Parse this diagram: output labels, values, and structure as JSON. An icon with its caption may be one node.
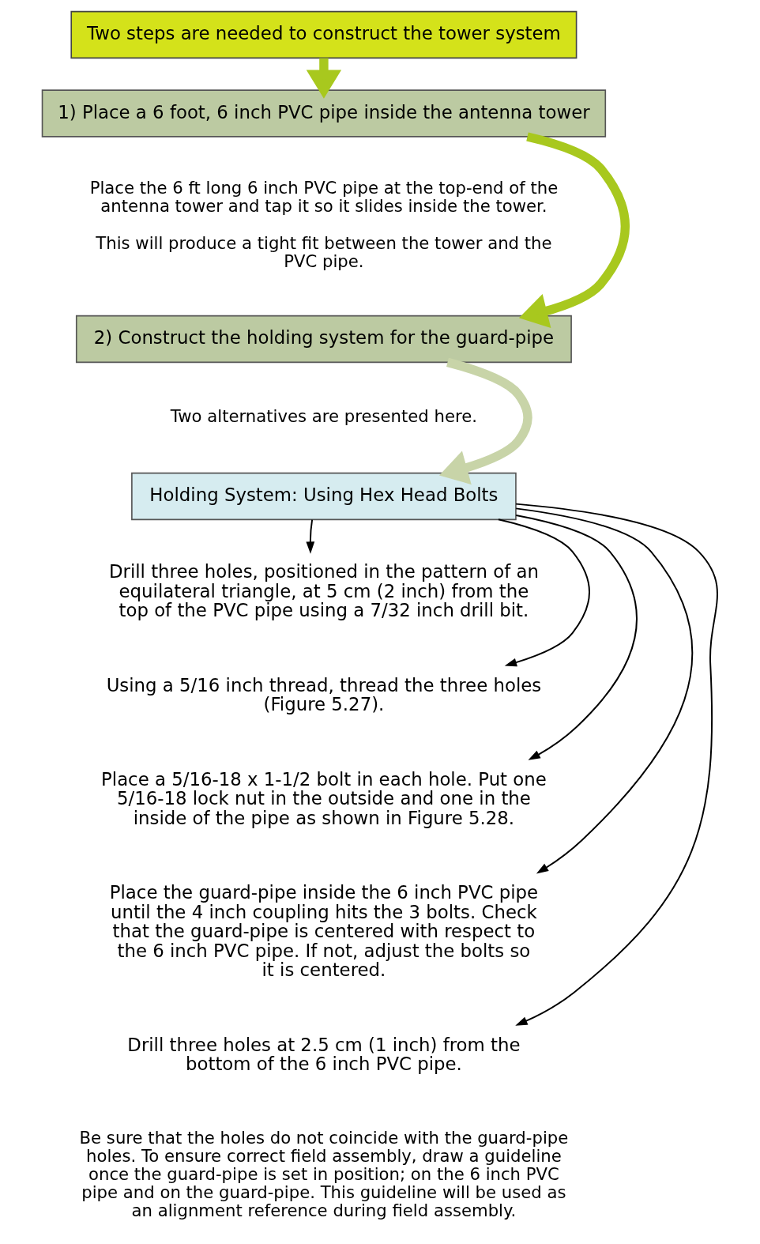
{
  "diagram": {
    "nodes": [
      {
        "text": [
          "Two steps are needed to construct the tower system"
        ]
      },
      {
        "text": [
          "1) Place a 6 foot, 6 inch PVC pipe inside the antenna tower"
        ],
        "beside": [
          "Place the 6 ft long 6 inch PVC pipe at the top-end of the antenna tower and tap it so it slides inside the tower.",
          "This will produce a tight fit between the tower and the PVC pipe."
        ]
      },
      {
        "text": [
          "2) Construct the holding system for the guard-pipe"
        ],
        "beside": [
          "Two alternatives are presented here."
        ]
      },
      {
        "text": [
          "Holding System: Using Hex Head Bolts"
        ]
      },
      {
        "text": [
          "Drill three holes, positioned in the pattern of an equilateral triangle, at 5 cm (2 inch) from the top of the PVC pipe using a 7/32 inch drill bit."
        ]
      },
      {
        "text": [
          "Using a 5/16 inch thread, thread the three holes (Figure 5.27)."
        ]
      },
      {
        "text": [
          "Place a 5/16-18 x 1-1/2 bolt in each hole. Put one 5/16-18 lock nut in the outside and one in the inside of the pipe as shown in Figure 5.28."
        ]
      },
      {
        "text": [
          "Place the guard-pipe inside the 6 inch PVC pipe until the 4 inch coupling hits the 3 bolts. Check that the guard-pipe is centered with respect to the 6 inch PVC pipe. If not, adjust the bolts so it is centered."
        ]
      },
      {
        "text": [
          "Drill three holes at 2.5 cm (1 inch) from the bottom of the 6 inch PVC pipe."
        ],
        "beside": [
          "Be sure that the holes do not coincide with the guard-pipe holes. To ensure correct field assembly, draw a guideline once the guard-pipe is set in position; on the 6 inch PVC pipe and on the guard-pipe. This guideline will be used as an alignment reference during field assembly."
        ]
      }
    ],
    "edges": [
      {
        "from": 0,
        "to": 1,
        "arrow": "to",
        "style": "thick",
        "color": "#a8c81e"
      },
      {
        "from": 1,
        "to": 2,
        "arrow": "to",
        "style": "thick",
        "color": "#a8c81e"
      },
      {
        "from": 2,
        "to": 3,
        "arrow": "to",
        "style": "thick",
        "color": "#c8d4a8"
      },
      {
        "from": 3,
        "to": 4,
        "arrow": "to"
      },
      {
        "from": 3,
        "to": 5,
        "arrow": "to"
      },
      {
        "from": 3,
        "to": 6,
        "arrow": "to"
      },
      {
        "from": 3,
        "to": 7,
        "arrow": "to"
      },
      {
        "from": 3,
        "to": 8,
        "arrow": "to"
      }
    ]
  }
}
